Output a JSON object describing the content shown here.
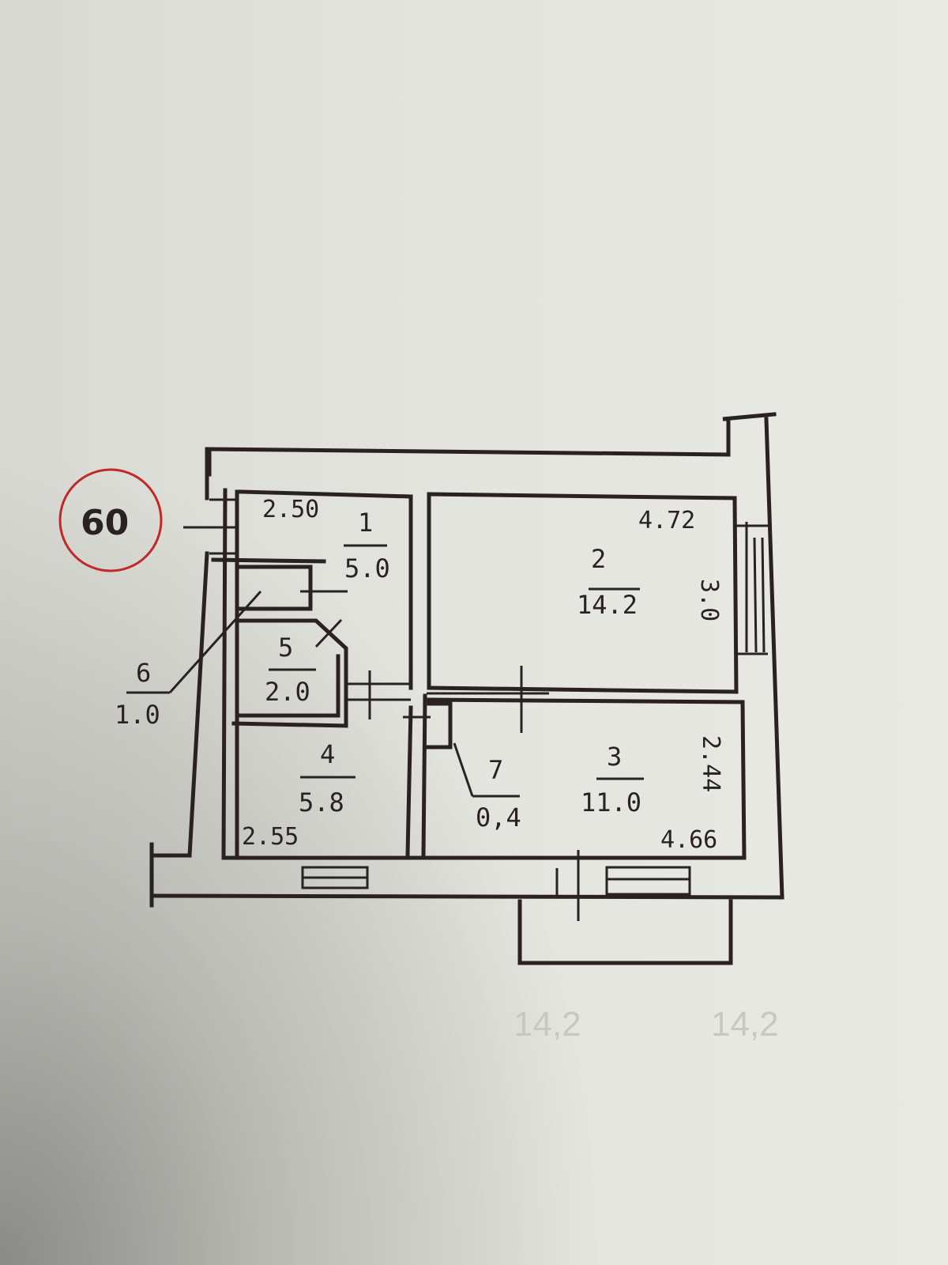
{
  "plan_number": "60",
  "rooms": [
    {
      "number": "1",
      "area": "5.0"
    },
    {
      "number": "2",
      "area": "14.2"
    },
    {
      "number": "3",
      "area": "11.0"
    },
    {
      "number": "4",
      "area": "5.8"
    },
    {
      "number": "5",
      "area": "2.0"
    },
    {
      "number": "6",
      "area": "1.0"
    },
    {
      "number": "7",
      "area": "0,4"
    }
  ],
  "dimensions": {
    "room1_width": "2.50",
    "room2_width": "4.72",
    "room2_depth": "3.0",
    "room3_depth": "2.44",
    "room3_width": "4.66",
    "room4_width": "2.55"
  },
  "show_through": [
    "14,2",
    "14,2"
  ],
  "colors": {
    "ink": "#2a2222",
    "stamp_circle": "#c0282a"
  }
}
